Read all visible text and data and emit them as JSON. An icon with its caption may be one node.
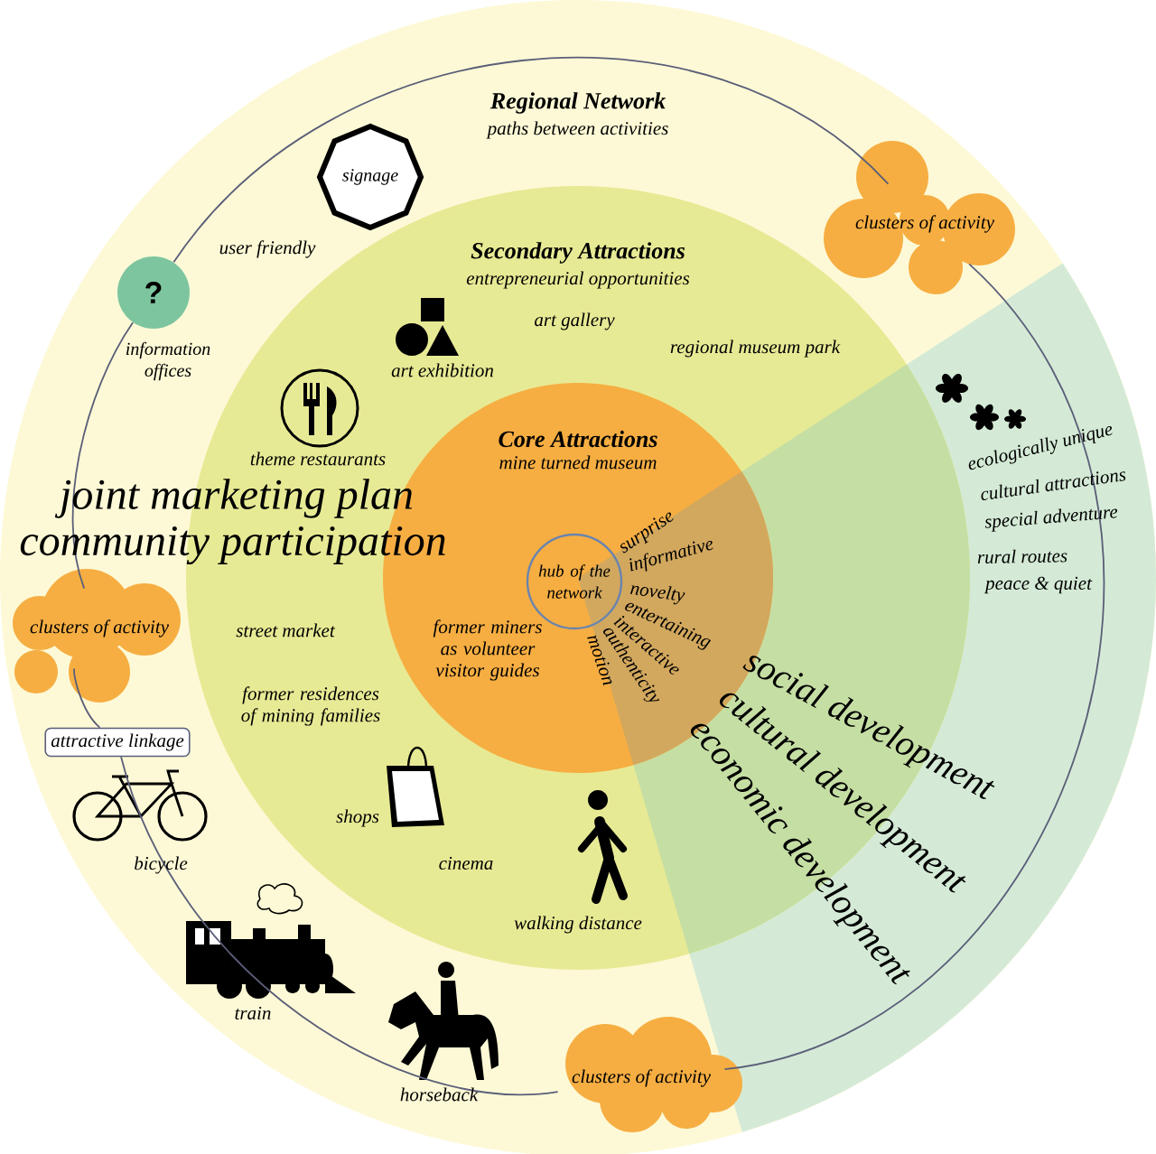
{
  "diagram": {
    "nodes": [
      {
        "text": [
          "Regional Network",
          "paths between activities"
        ]
      },
      {
        "text": [
          "Secondary Attractions",
          "entrepreneurial opportunities"
        ],
        "in": 0
      },
      {
        "text": [
          "Core Attractions",
          "mine turned museum"
        ],
        "in": 1
      },
      {
        "text": [
          "hub of the network"
        ],
        "in": 2
      },
      {
        "text": [
          "signage"
        ],
        "in": 0
      },
      {
        "text": [
          "clusters of activity"
        ],
        "in": 0
      },
      {
        "text": [
          "?"
        ],
        "beside": [
          "information offices"
        ],
        "in": 0
      },
      {
        "text": [
          "clusters of activity"
        ],
        "in": 0
      },
      {
        "text": [
          "attractive linkage"
        ],
        "in": 0
      },
      {
        "text": [
          "clusters of activity"
        ],
        "in": 0
      }
    ],
    "edges": [
      {
        "from": 5,
        "to": 6,
        "arrow": "none"
      },
      {
        "from": 6,
        "to": 7,
        "arrow": "none"
      },
      {
        "from": 7,
        "to": 8,
        "arrow": "none"
      },
      {
        "from": 8,
        "to": 9,
        "arrow": "none"
      },
      {
        "from": 9,
        "to": 5,
        "arrow": "none"
      }
    ],
    "labels": [
      "user friendly",
      "art gallery",
      "art exhibition",
      "regional museum park",
      "theme restaurants",
      "joint marketing plan",
      "community participation",
      "street market",
      "former miners as volunteer visitor guides",
      "former residences of mining families",
      "surprise",
      "informative",
      "novelty",
      "entertaining",
      "interactive",
      "authenticity",
      "motion",
      "ecologically unique",
      "cultural attractions",
      "special adventure",
      "rural routes",
      "peace & quiet",
      "shops",
      "cinema",
      "walking distance",
      "social development",
      "cultural development",
      "economic development",
      "bicycle",
      "train",
      "horseback"
    ]
  }
}
